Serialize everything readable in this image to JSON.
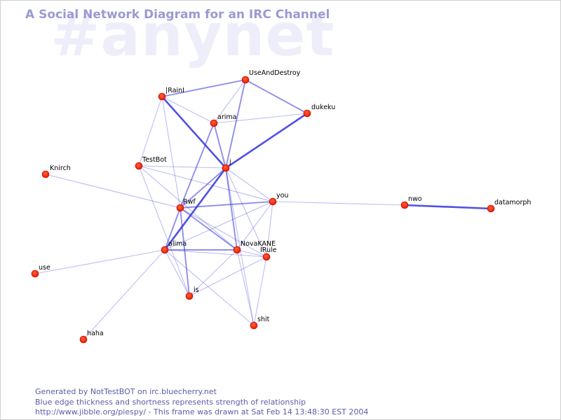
{
  "watermark": "#anynet",
  "title": "A Social Network Diagram for an IRC Channel",
  "colors": {
    "edge": "#3333dd",
    "node_fill": "#ff1a00",
    "title": "#9a9ad2",
    "watermark": "#eeeefb",
    "footer": "#5c5ca8"
  },
  "graph": {
    "nodes": [
      {
        "id": "UseAndDestroy",
        "label": "UseAndDestroy"
      },
      {
        "id": "IRainI",
        "label": "|RainI"
      },
      {
        "id": "dukeku",
        "label": "dukeku"
      },
      {
        "id": "arima",
        "label": "arima"
      },
      {
        "id": "TestBot",
        "label": "TestBot"
      },
      {
        "id": "j",
        "label": "j"
      },
      {
        "id": "Knirch",
        "label": "Knirch"
      },
      {
        "id": "you",
        "label": "you"
      },
      {
        "id": "nwo",
        "label": "nwo"
      },
      {
        "id": "datamorph",
        "label": "datamorph"
      },
      {
        "id": "Rwf",
        "label": "Rwf"
      },
      {
        "id": "alima",
        "label": "alima"
      },
      {
        "id": "NovaKANE",
        "label": "NovaKANE"
      },
      {
        "id": "IRule",
        "label": "IRule"
      },
      {
        "id": "use",
        "label": "use"
      },
      {
        "id": "is",
        "label": "is"
      },
      {
        "id": "shit",
        "label": "shit"
      },
      {
        "id": "haha",
        "label": "haha"
      }
    ],
    "edges": [
      {
        "from": "IRainI",
        "to": "UseAndDestroy",
        "strength": 2
      },
      {
        "from": "IRainI",
        "to": "j",
        "strength": 3
      },
      {
        "from": "IRainI",
        "to": "arima",
        "strength": 1
      },
      {
        "from": "IRainI",
        "to": "TestBot",
        "strength": 1
      },
      {
        "from": "IRainI",
        "to": "Rwf",
        "strength": 1
      },
      {
        "from": "UseAndDestroy",
        "to": "dukeku",
        "strength": 2
      },
      {
        "from": "UseAndDestroy",
        "to": "j",
        "strength": 2
      },
      {
        "from": "UseAndDestroy",
        "to": "arima",
        "strength": 1
      },
      {
        "from": "arima",
        "to": "dukeku",
        "strength": 1
      },
      {
        "from": "arima",
        "to": "j",
        "strength": 2
      },
      {
        "from": "arima",
        "to": "Rwf",
        "strength": 2
      },
      {
        "from": "dukeku",
        "to": "j",
        "strength": 3
      },
      {
        "from": "TestBot",
        "to": "j",
        "strength": 1
      },
      {
        "from": "TestBot",
        "to": "you",
        "strength": 1
      },
      {
        "from": "TestBot",
        "to": "NovaKANE",
        "strength": 1
      },
      {
        "from": "TestBot",
        "to": "is",
        "strength": 1
      },
      {
        "from": "Knirch",
        "to": "Rwf",
        "strength": 1
      },
      {
        "from": "j",
        "to": "Rwf",
        "strength": 2
      },
      {
        "from": "j",
        "to": "alima",
        "strength": 3
      },
      {
        "from": "j",
        "to": "NovaKANE",
        "strength": 2
      },
      {
        "from": "j",
        "to": "IRule",
        "strength": 1
      },
      {
        "from": "j",
        "to": "you",
        "strength": 1
      },
      {
        "from": "j",
        "to": "shit",
        "strength": 1
      },
      {
        "from": "Rwf",
        "to": "you",
        "strength": 2
      },
      {
        "from": "Rwf",
        "to": "alima",
        "strength": 2
      },
      {
        "from": "Rwf",
        "to": "NovaKANE",
        "strength": 2
      },
      {
        "from": "Rwf",
        "to": "IRule",
        "strength": 1
      },
      {
        "from": "Rwf",
        "to": "is",
        "strength": 2
      },
      {
        "from": "you",
        "to": "nwo",
        "strength": 1
      },
      {
        "from": "you",
        "to": "NovaKANE",
        "strength": 1
      },
      {
        "from": "you",
        "to": "alima",
        "strength": 1
      },
      {
        "from": "you",
        "to": "IRule",
        "strength": 1
      },
      {
        "from": "nwo",
        "to": "datamorph",
        "strength": 3
      },
      {
        "from": "alima",
        "to": "NovaKANE",
        "strength": 2
      },
      {
        "from": "alima",
        "to": "IRule",
        "strength": 1
      },
      {
        "from": "alima",
        "to": "is",
        "strength": 1
      },
      {
        "from": "alima",
        "to": "shit",
        "strength": 1
      },
      {
        "from": "alima",
        "to": "use",
        "strength": 1
      },
      {
        "from": "alima",
        "to": "haha",
        "strength": 1
      },
      {
        "from": "NovaKANE",
        "to": "IRule",
        "strength": 1
      },
      {
        "from": "NovaKANE",
        "to": "is",
        "strength": 1
      },
      {
        "from": "NovaKANE",
        "to": "shit",
        "strength": 1
      },
      {
        "from": "IRule",
        "to": "shit",
        "strength": 1
      },
      {
        "from": "IRule",
        "to": "is",
        "strength": 1
      }
    ]
  },
  "footer": {
    "line1": "Generated by NotTestBOT on irc.bluecherry.net",
    "line2": "Blue edge thickness and shortness represents strength of relationship",
    "line3": "http://www.jibble.org/piespy/ - This frame was drawn at Sat Feb 14 13:48:30 EST 2004"
  }
}
